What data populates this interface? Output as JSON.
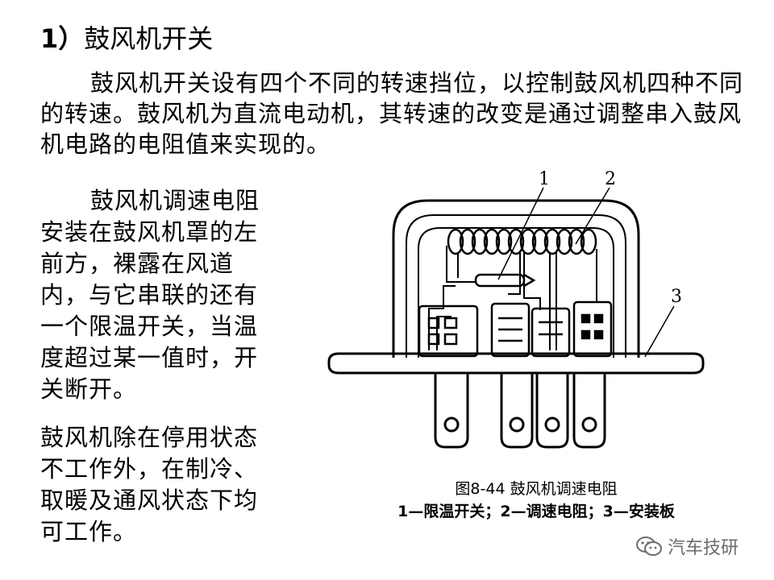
{
  "heading": {
    "number": "1）",
    "title": "鼓风机开关"
  },
  "intro_text": "鼓风机开关设有四个不同的转速挡位，以控制鼓风机四种不同的转速。鼓风机为直流电动机，其转速的改变是通过调整串入鼓风机电路的电阻值来实现的。",
  "left_para_1": "鼓风机调速电阻安装在鼓风机罩的左前方，裸露在风道内，与它串联的还有一个限温开关，当温度超过某一值时，开关断开。",
  "left_para_2": "鼓风机除在停用状态不工作外，在制冷、取暖及通风状态下均可工作。",
  "figure": {
    "callouts": [
      "1",
      "2",
      "3"
    ],
    "caption_line1": "图8-44 鼓风机调速电阻",
    "caption_line2": "1—限温开关；2—调速电阻；3—安装板"
  },
  "watermark": {
    "text": "汽车技研",
    "icon": "wechat-icon"
  }
}
